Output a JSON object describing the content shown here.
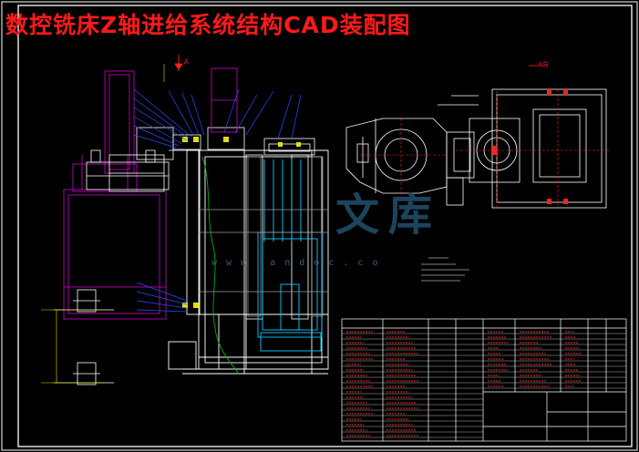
{
  "drawing": {
    "title": "数控铣床Z轴进给系统结构CAD装配图",
    "view_label_a": "A",
    "view_label_a_view": "A向",
    "watermark_cn": "文库",
    "watermark_url": "w w w . a n d o c . c o"
  },
  "colors": {
    "background": "#000000",
    "frame": "#ffffff",
    "title": "#ff1a1a",
    "outline": "#ffffff",
    "motor": "#d000d0",
    "ballscrew": "#00d0ff",
    "spring": "#00ff00",
    "leader": "#2a4cff",
    "dimension": "#ffff00",
    "hidden": "#ff2020"
  },
  "title_block": {
    "present": true
  }
}
